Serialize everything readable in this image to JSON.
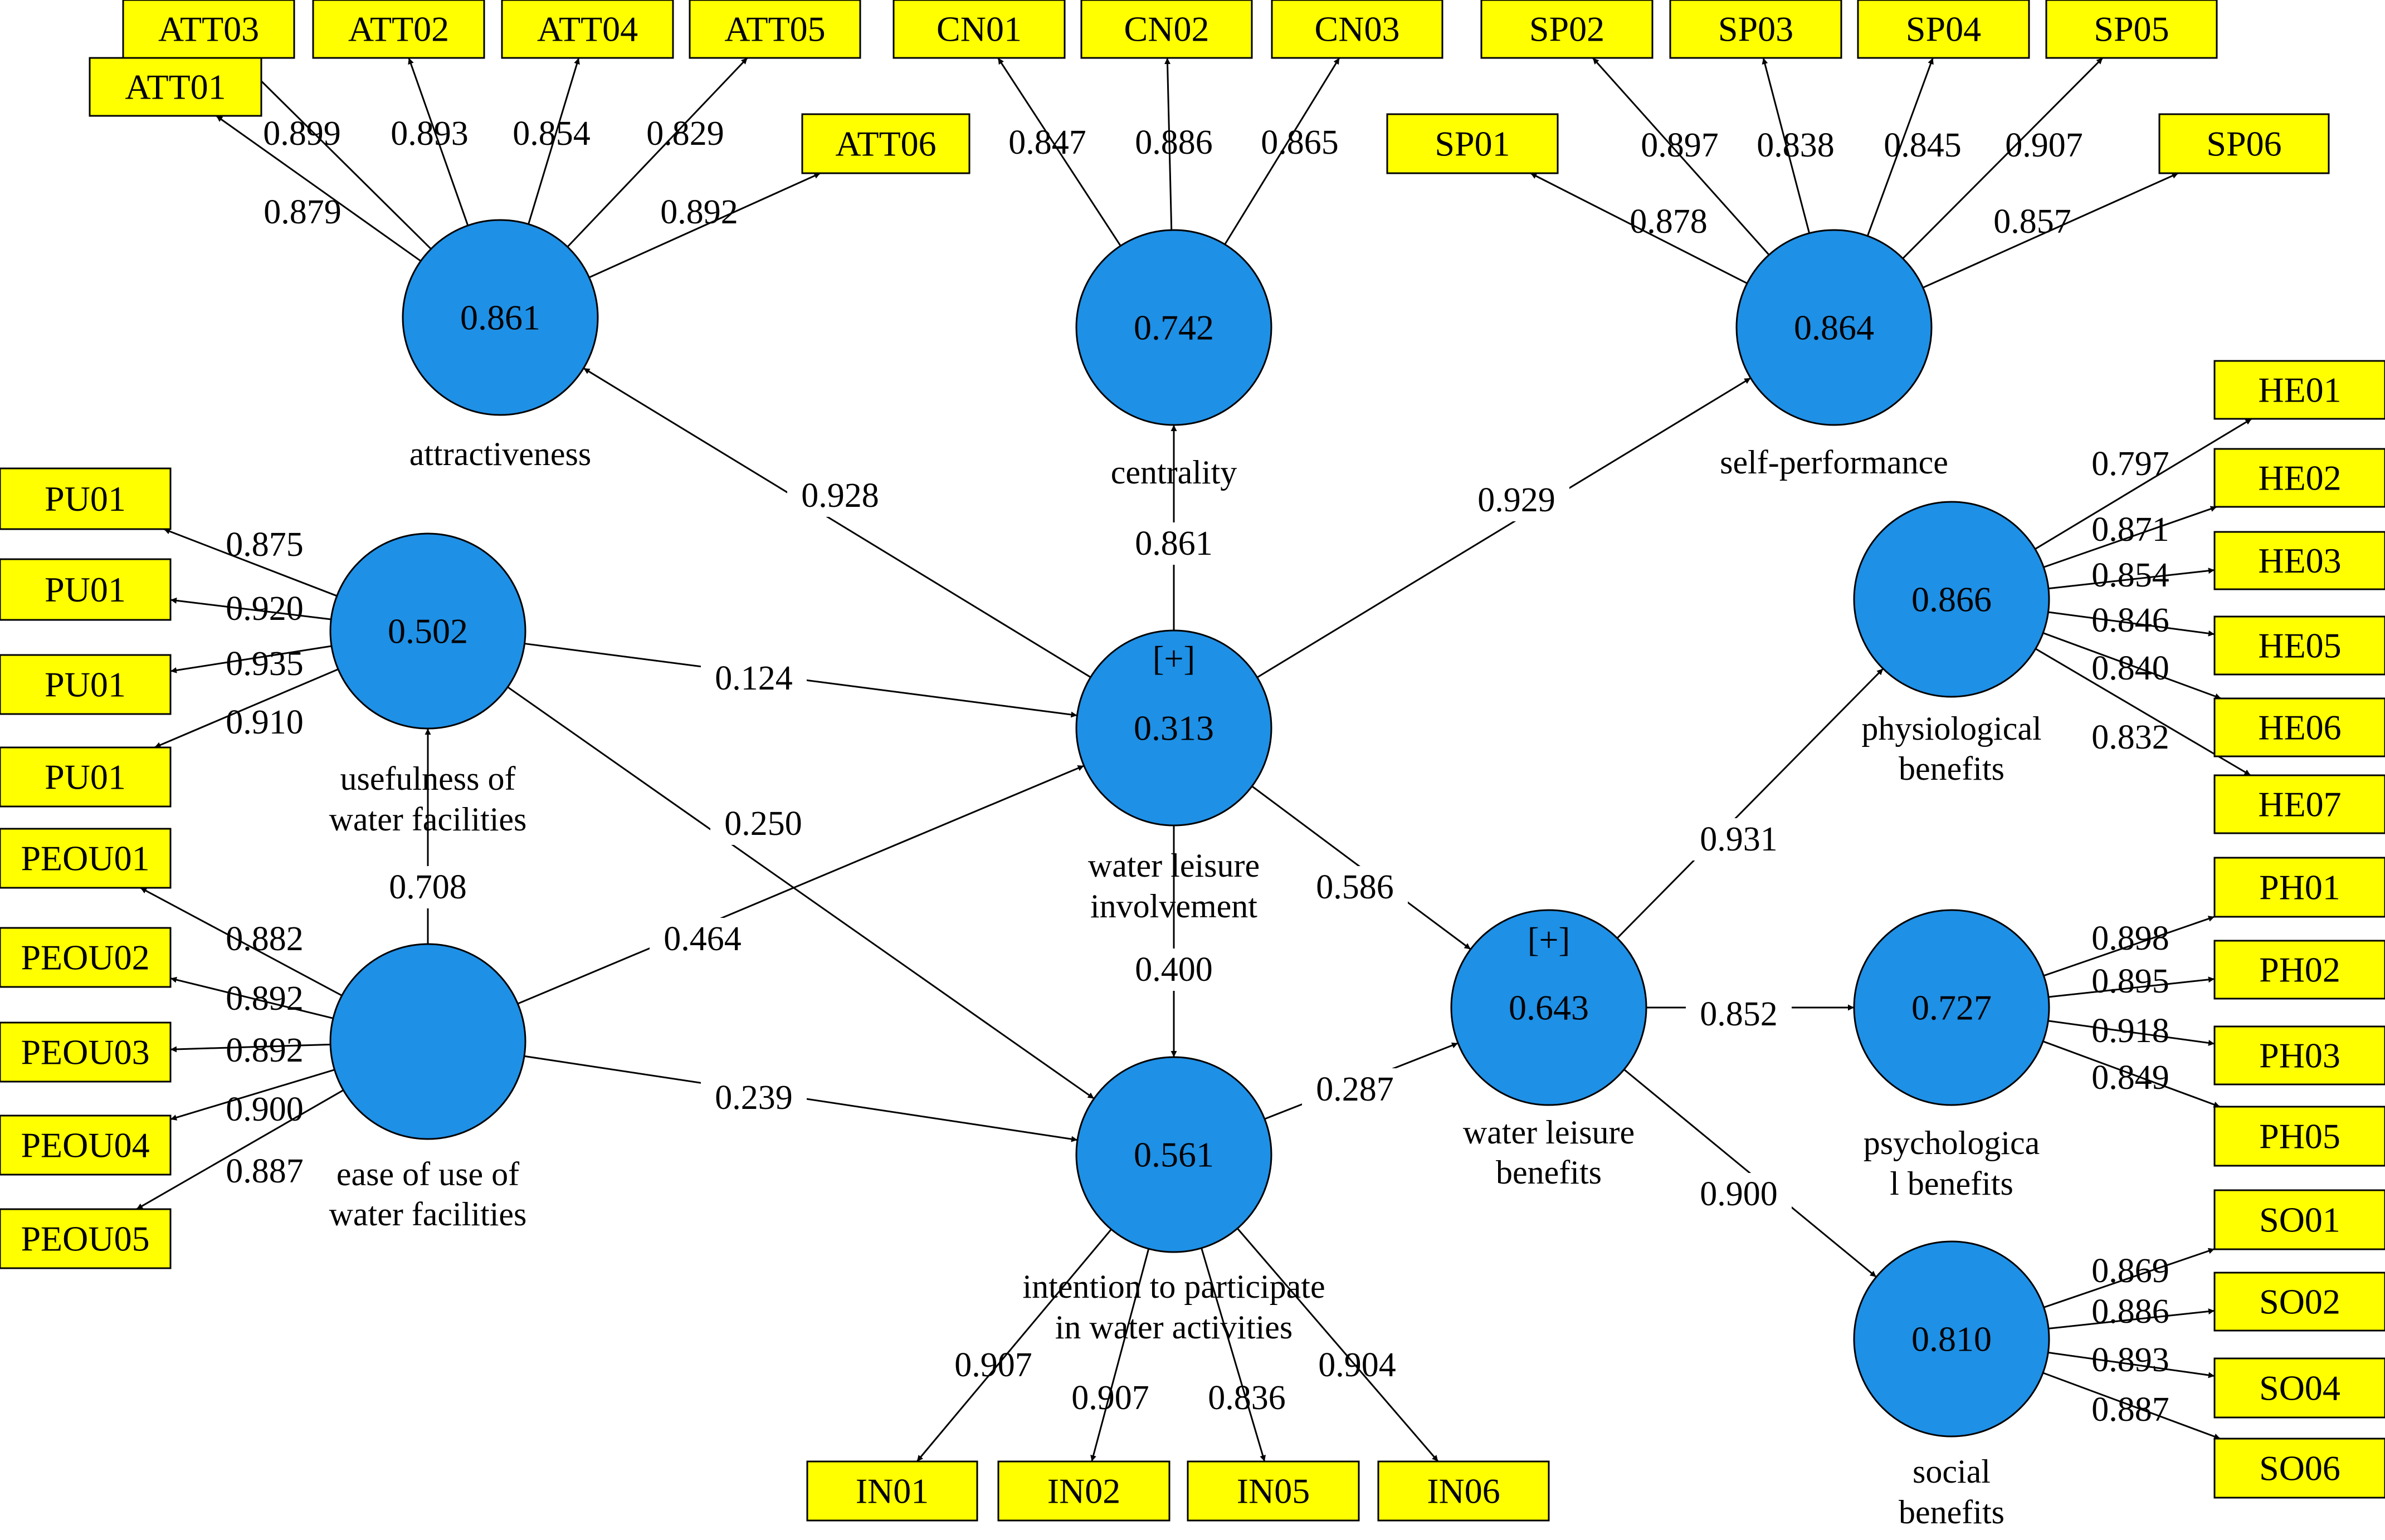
{
  "colors": {
    "indicator_fill": "#ffff00",
    "construct_fill": "#1e90e6",
    "line": "#000000"
  },
  "constructs": [
    {
      "id": "attractiveness",
      "value": "0.861",
      "name_lines": [
        "attractiveness"
      ]
    },
    {
      "id": "centrality",
      "value": "0.742",
      "name_lines": [
        "centrality"
      ]
    },
    {
      "id": "self-performance",
      "value": "0.864",
      "name_lines": [
        "self-performance"
      ]
    },
    {
      "id": "usefulness",
      "value": "0.502",
      "name_lines": [
        "usefulness of",
        "water facilities"
      ]
    },
    {
      "id": "ease-of-use",
      "value": "",
      "name_lines": [
        "ease of use of",
        "water facilities"
      ]
    },
    {
      "id": "involvement",
      "value": "0.313",
      "name_lines": [
        "water leisure",
        "involvement"
      ],
      "marker": "[+]"
    },
    {
      "id": "intention",
      "value": "0.561",
      "name_lines": [
        "intention to participate",
        "in water activities"
      ]
    },
    {
      "id": "benefits",
      "value": "0.643",
      "name_lines": [
        "water leisure",
        "benefits"
      ],
      "marker": "[+]"
    },
    {
      "id": "physiological",
      "value": "0.866",
      "name_lines": [
        "physiological",
        "benefits"
      ]
    },
    {
      "id": "psychological",
      "value": "0.727",
      "name_lines": [
        "psychologica",
        "l benefits"
      ]
    },
    {
      "id": "social",
      "value": "0.810",
      "name_lines": [
        "social",
        "benefits"
      ]
    }
  ],
  "indicators": [
    {
      "label": "ATT01",
      "construct": "attractiveness",
      "loading": "0.879"
    },
    {
      "label": "ATT03",
      "construct": "attractiveness",
      "loading": "0.899"
    },
    {
      "label": "ATT02",
      "construct": "attractiveness",
      "loading": "0.893"
    },
    {
      "label": "ATT04",
      "construct": "attractiveness",
      "loading": "0.854"
    },
    {
      "label": "ATT05",
      "construct": "attractiveness",
      "loading": "0.829"
    },
    {
      "label": "ATT06",
      "construct": "attractiveness",
      "loading": "0.892"
    },
    {
      "label": "CN01",
      "construct": "centrality",
      "loading": "0.847"
    },
    {
      "label": "CN02",
      "construct": "centrality",
      "loading": "0.886"
    },
    {
      "label": "CN03",
      "construct": "centrality",
      "loading": "0.865"
    },
    {
      "label": "SP01",
      "construct": "self-performance",
      "loading": "0.878"
    },
    {
      "label": "SP02",
      "construct": "self-performance",
      "loading": "0.897"
    },
    {
      "label": "SP03",
      "construct": "self-performance",
      "loading": "0.838"
    },
    {
      "label": "SP04",
      "construct": "self-performance",
      "loading": "0.845"
    },
    {
      "label": "SP05",
      "construct": "self-performance",
      "loading": "0.907"
    },
    {
      "label": "SP06",
      "construct": "self-performance",
      "loading": "0.857"
    },
    {
      "label": "PU01",
      "construct": "usefulness",
      "loading": "0.875"
    },
    {
      "label": "PU01",
      "construct": "usefulness",
      "loading": "0.920"
    },
    {
      "label": "PU01",
      "construct": "usefulness",
      "loading": "0.935"
    },
    {
      "label": "PU01",
      "construct": "usefulness",
      "loading": "0.910"
    },
    {
      "label": "PEOU01",
      "construct": "ease-of-use",
      "loading": "0.882"
    },
    {
      "label": "PEOU02",
      "construct": "ease-of-use",
      "loading": "0.892"
    },
    {
      "label": "PEOU03",
      "construct": "ease-of-use",
      "loading": "0.892"
    },
    {
      "label": "PEOU04",
      "construct": "ease-of-use",
      "loading": "0.900"
    },
    {
      "label": "PEOU05",
      "construct": "ease-of-use",
      "loading": "0.887"
    },
    {
      "label": "IN01",
      "construct": "intention",
      "loading": "0.907"
    },
    {
      "label": "IN02",
      "construct": "intention",
      "loading": "0.907"
    },
    {
      "label": "IN05",
      "construct": "intention",
      "loading": "0.836"
    },
    {
      "label": "IN06",
      "construct": "intention",
      "loading": "0.904"
    },
    {
      "label": "HE01",
      "construct": "physiological",
      "loading": "0.797"
    },
    {
      "label": "HE02",
      "construct": "physiological",
      "loading": "0.871"
    },
    {
      "label": "HE03",
      "construct": "physiological",
      "loading": "0.854"
    },
    {
      "label": "HE05",
      "construct": "physiological",
      "loading": "0.846"
    },
    {
      "label": "HE06",
      "construct": "physiological",
      "loading": "0.840"
    },
    {
      "label": "HE07",
      "construct": "physiological",
      "loading": "0.832"
    },
    {
      "label": "PH01",
      "construct": "psychological",
      "loading": "0.898"
    },
    {
      "label": "PH02",
      "construct": "psychological",
      "loading": "0.895"
    },
    {
      "label": "PH03",
      "construct": "psychological",
      "loading": "0.918"
    },
    {
      "label": "PH05",
      "construct": "psychological",
      "loading": "0.849"
    },
    {
      "label": "SO01",
      "construct": "social",
      "loading": "0.869"
    },
    {
      "label": "SO02",
      "construct": "social",
      "loading": "0.886"
    },
    {
      "label": "SO04",
      "construct": "social",
      "loading": "0.893"
    },
    {
      "label": "SO06",
      "construct": "social",
      "loading": "0.887"
    }
  ],
  "paths": [
    {
      "from": "involvement",
      "to": "attractiveness",
      "coef": "0.928"
    },
    {
      "from": "involvement",
      "to": "centrality",
      "coef": "0.861"
    },
    {
      "from": "involvement",
      "to": "self-performance",
      "coef": "0.929"
    },
    {
      "from": "usefulness",
      "to": "involvement",
      "coef": "0.124"
    },
    {
      "from": "usefulness",
      "to": "intention",
      "coef": "0.250"
    },
    {
      "from": "ease-of-use",
      "to": "usefulness",
      "coef": "0.708"
    },
    {
      "from": "ease-of-use",
      "to": "involvement",
      "coef": "0.464"
    },
    {
      "from": "ease-of-use",
      "to": "intention",
      "coef": "0.239"
    },
    {
      "from": "involvement",
      "to": "intention",
      "coef": "0.400"
    },
    {
      "from": "involvement",
      "to": "benefits",
      "coef": "0.586"
    },
    {
      "from": "intention",
      "to": "benefits",
      "coef": "0.287"
    },
    {
      "from": "benefits",
      "to": "physiological",
      "coef": "0.931"
    },
    {
      "from": "benefits",
      "to": "psychological",
      "coef": "0.852"
    },
    {
      "from": "benefits",
      "to": "social",
      "coef": "0.900"
    }
  ]
}
